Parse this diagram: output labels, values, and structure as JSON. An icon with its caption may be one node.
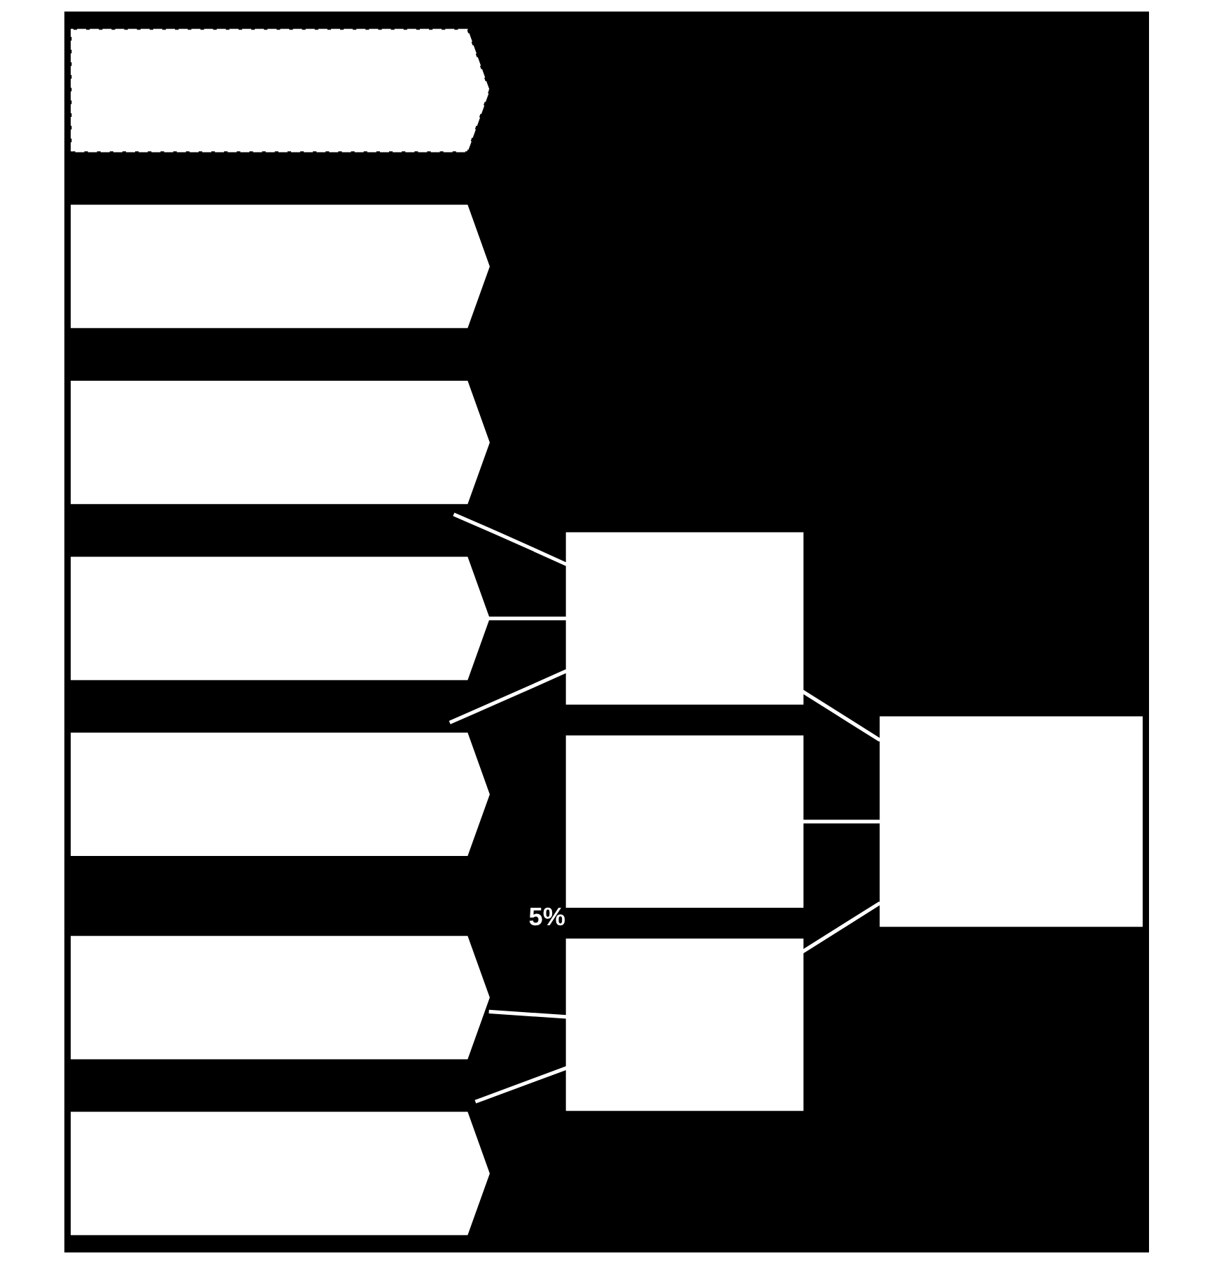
{
  "diagram": {
    "nodes": [
      {
        "text": [],
        "shape": "arrow"
      },
      {
        "text": [],
        "shape": "arrow"
      },
      {
        "text": [],
        "shape": "arrow"
      },
      {
        "text": [],
        "shape": "arrow"
      },
      {
        "text": [],
        "shape": "arrow"
      },
      {
        "text": [],
        "shape": "arrow"
      },
      {
        "text": [],
        "shape": "arrow"
      },
      {
        "text": [],
        "shape": "box"
      },
      {
        "text": [],
        "shape": "box",
        "beside": [
          "5%"
        ]
      },
      {
        "text": [],
        "shape": "box"
      },
      {
        "text": [],
        "shape": "box"
      }
    ],
    "edges": [
      {
        "from": 0,
        "to": 7,
        "arrow": "none"
      },
      {
        "from": 1,
        "to": 7,
        "arrow": "none"
      },
      {
        "from": 2,
        "to": 7,
        "arrow": "none"
      },
      {
        "from": 4,
        "to": 9,
        "arrow": "none"
      },
      {
        "from": 5,
        "to": 9,
        "arrow": "none"
      },
      {
        "from": 7,
        "to": 10,
        "arrow": "none"
      },
      {
        "from": 8,
        "to": 10,
        "arrow": "none"
      },
      {
        "from": 9,
        "to": 10,
        "arrow": "none"
      }
    ]
  }
}
